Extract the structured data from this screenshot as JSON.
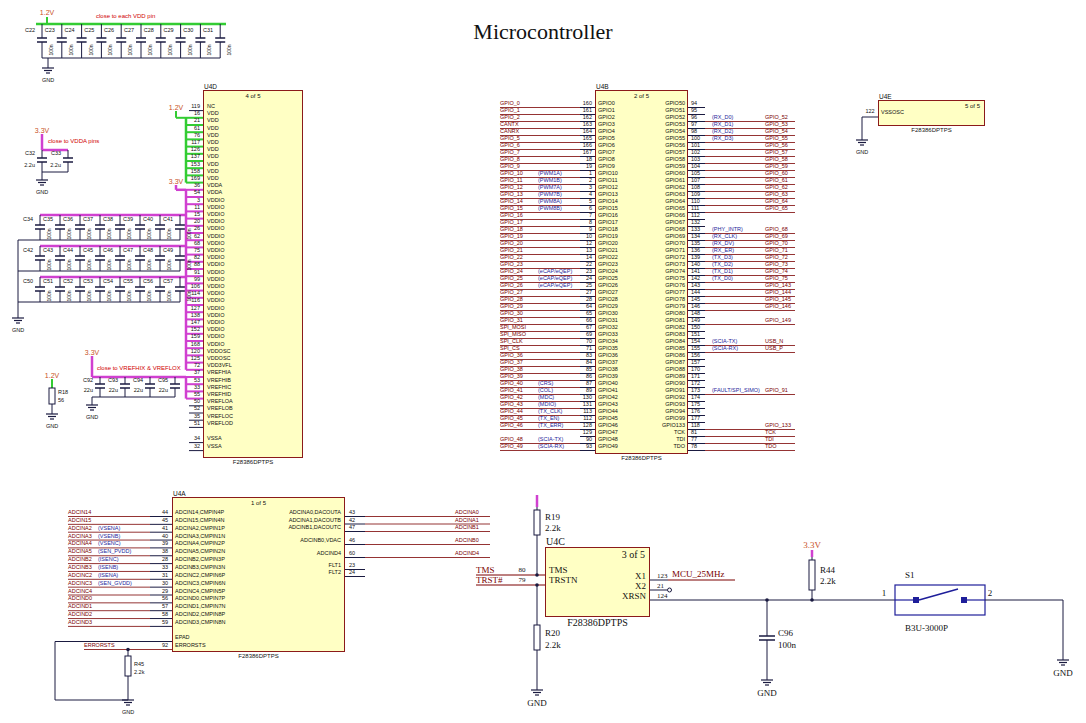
{
  "diagram": {
    "title": "Microcontroller",
    "nodes": [
      {
        "text": [
          "U4D",
          "4 of 5",
          "F28386DPTPS"
        ]
      },
      {
        "text": [
          "U4B",
          "2 of 5",
          "F28386DPTPS"
        ]
      },
      {
        "text": [
          "U4E",
          "5 of 5",
          "F28386DPTPS"
        ]
      },
      {
        "text": [
          "U4A",
          "1 of 5",
          "F28386DPTPS"
        ]
      },
      {
        "text": [
          "U4C",
          "3 of 5",
          "F28386DPTPS"
        ]
      }
    ],
    "labels": [
      "1.2V",
      "close to each VDD pin",
      "C22",
      "C23",
      "C24",
      "C25",
      "C26",
      "C27",
      "C28",
      "C29",
      "C30",
      "C31",
      "100n",
      "100n",
      "100n",
      "100n",
      "100n",
      "100n",
      "100n",
      "100n",
      "100n",
      "100n",
      "GND",
      "3.3V",
      "close to VDDA pins",
      "C32",
      "C33",
      "2.2u",
      "2.2u",
      "GND",
      "3.3V",
      "C34",
      "C35",
      "C36",
      "C37",
      "C38",
      "C39",
      "C40",
      "C41",
      "100n",
      "100n",
      "100n",
      "100n",
      "100n",
      "100n",
      "100n",
      "100n",
      "C42",
      "C43",
      "C44",
      "C45",
      "C46",
      "C47",
      "C48",
      "C49",
      "100n",
      "100n",
      "100n",
      "100n",
      "100n",
      "100n",
      "100n",
      "100n",
      "C50",
      "C51",
      "C52",
      "C53",
      "C54",
      "C55",
      "C56",
      "C57",
      "100n",
      "100n",
      "100n",
      "100n",
      "100n",
      "100n",
      "100n",
      "100n",
      "GND",
      "1.2V",
      "R18",
      "56",
      "GND",
      "3.3V",
      "close to VREFHIX & VREFLOX",
      "C92",
      "C93",
      "C94",
      "C95",
      "22u",
      "22u",
      "22u",
      "22u",
      "GND",
      "1.2V",
      "119",
      "16",
      "21",
      "61",
      "76",
      "117",
      "126",
      "137",
      "153",
      "158",
      "169",
      "36",
      "54",
      "3",
      "11",
      "15",
      "20",
      "26",
      "62",
      "68",
      "75",
      "82",
      "88",
      "91",
      "99",
      "106",
      "114",
      "116",
      "127",
      "138",
      "147",
      "152",
      "159",
      "168",
      "120",
      "125",
      "72",
      "37",
      "53",
      "33",
      "55",
      "50",
      "52",
      "35",
      "51",
      "34",
      "32",
      "NC",
      "VDD",
      "VDD",
      "VDD",
      "VDD",
      "VDD",
      "VDD",
      "VDD",
      "VDD",
      "VDD",
      "VDD",
      "VDDA",
      "VDDA",
      "VDDIO",
      "VDDIO",
      "VDDIO",
      "VDDIO",
      "VDDIO",
      "VDDIO",
      "VDDIO",
      "VDDIO",
      "VDDIO",
      "VDDIO",
      "VDDIO",
      "VDDIO",
      "VDDIO",
      "VDDIO",
      "VDDIO",
      "VDDIO",
      "VDDIO",
      "VDDIO",
      "VDDIO",
      "VDDIO",
      "VDDIO",
      "VDDOSC",
      "VDDOSC",
      "VDD3VFL",
      "VREFHIA",
      "VREFHIB",
      "VREFHIC",
      "VREFHID",
      "VREFLOA",
      "VREFLOB",
      "VREFLOC",
      "VREFLOD",
      "VSSA",
      "VSSA",
      "GPIO_0",
      "GPIO_1",
      "GPIO_2",
      "CANTX",
      "CANRX",
      "GPIO_5",
      "GPIO_6",
      "GPIO_7",
      "GPIO_8",
      "GPIO_9",
      "GPIO_10",
      "GPIO_11",
      "GPIO_12",
      "GPIO_13",
      "GPIO_14",
      "GPIO_15",
      "GPIO_16",
      "GPIO_17",
      "GPIO_18",
      "GPIO_19",
      "GPIO_20",
      "GPIO_21",
      "GPIO_22",
      "GPIO_23",
      "GPIO_24",
      "GPIO_25",
      "GPIO_26",
      "GPIO_27",
      "GPIO_28",
      "GPIO_29",
      "GPIO_30",
      "GPIO_31",
      "SPI_MOSI",
      "SPI_MISO",
      "SPI_CLK",
      "SPI_CS",
      "GPIO_36",
      "GPIO_37",
      "GPIO_38",
      "GPIO_39",
      "GPIO_40",
      "GPIO_41",
      "GPIO_42",
      "GPIO_43",
      "GPIO_44",
      "GPIO_45",
      "GPIO_46",
      "GPIO_48",
      "GPIO_49",
      "(PWM1A)",
      "(PWM1B)",
      "(PWM7A)",
      "(PWM7B)",
      "(PWM8A)",
      "(PWM8B)",
      "(eCAP/eQEP)",
      "(eCAP/eQEP)",
      "(eCAP/eQEP)",
      "(CRS)",
      "(COL)",
      "(MDC)",
      "(MDIO)",
      "(TX_CLK)",
      "(TX_EN)",
      "(TX_ERR)",
      "(SCIA-TX)",
      "(SCIA-RX)",
      "160",
      "161",
      "162",
      "163",
      "164",
      "165",
      "166",
      "167",
      "18",
      "19",
      "1",
      "2",
      "3",
      "4",
      "5",
      "6",
      "7",
      "8",
      "9",
      "10",
      "12",
      "13",
      "14",
      "22",
      "23",
      "24",
      "25",
      "27",
      "28",
      "64",
      "65",
      "66",
      "67",
      "69",
      "70",
      "71",
      "83",
      "84",
      "85",
      "86",
      "87",
      "89",
      "130",
      "131",
      "113",
      "112",
      "128",
      "129",
      "90",
      "93",
      "GPIO0",
      "GPIO1",
      "GPIO2",
      "GPIO3",
      "GPIO4",
      "GPIO5",
      "GPIO6",
      "GPIO7",
      "GPIO8",
      "GPIO9",
      "GPIO10",
      "GPIO11",
      "GPIO12",
      "GPIO13",
      "GPIO14",
      "GPIO15",
      "GPIO16",
      "GPIO17",
      "GPIO18",
      "GPIO19",
      "GPIO20",
      "GPIO21",
      "GPIO22",
      "GPIO23",
      "GPIO24",
      "GPIO25",
      "GPIO26",
      "GPIO27",
      "GPIO28",
      "GPIO29",
      "GPIO30",
      "GPIO31",
      "GPIO32",
      "GPIO33",
      "GPIO34",
      "GPIO35",
      "GPIO36",
      "GPIO37",
      "GPIO38",
      "GPIO39",
      "GPIO40",
      "GPIO41",
      "GPIO42",
      "GPIO43",
      "GPIO44",
      "GPIO45",
      "GPIO46",
      "GPIO47",
      "GPIO48",
      "GPIO49",
      "GPIO50",
      "GPIO51",
      "GPIO52",
      "GPIO53",
      "GPIO54",
      "GPIO55",
      "GPIO56",
      "GPIO57",
      "GPIO58",
      "GPIO59",
      "GPIO60",
      "GPIO61",
      "GPIO62",
      "GPIO63",
      "GPIO64",
      "GPIO65",
      "GPIO66",
      "GPIO67",
      "GPIO68",
      "GPIO69",
      "GPIO70",
      "GPIO71",
      "GPIO72",
      "GPIO73",
      "GPIO74",
      "GPIO75",
      "GPIO76",
      "GPIO77",
      "GPIO78",
      "GPIO79",
      "GPIO80",
      "GPIO81",
      "GPIO82",
      "GPIO83",
      "GPIO84",
      "GPIO85",
      "GPIO86",
      "GPIO87",
      "GPIO88",
      "GPIO89",
      "GPIO90",
      "GPIO91",
      "GPIO92",
      "GPIO93",
      "GPIO94",
      "GPIO99",
      "GPIO133",
      "TCK",
      "TDI",
      "TDO",
      "94",
      "95",
      "96",
      "97",
      "98",
      "100",
      "101",
      "102",
      "103",
      "104",
      "105",
      "107",
      "108",
      "109",
      "110",
      "111",
      "112",
      "132",
      "133",
      "134",
      "135",
      "136",
      "139",
      "140",
      "141",
      "142",
      "143",
      "144",
      "145",
      "146",
      "148",
      "149",
      "150",
      "151",
      "154",
      "155",
      "156",
      "157",
      "170",
      "171",
      "172",
      "173",
      "174",
      "175",
      "176",
      "177",
      "118",
      "81",
      "77",
      "78",
      "(RX_D0)",
      "(RX_D1)",
      "(RX_D2)",
      "(RX_D3)",
      "(PHY_INTR)",
      "(RX_CLK)",
      "(RX_DV)",
      "(RX_ER)",
      "(TX_D3)",
      "(TX_D2)",
      "(TX_D1)",
      "(TX_D0)",
      "(SCIA-TX)",
      "(SCIA-RX)",
      "(FAULT/SPI_SIMO)",
      "GPIO_52",
      "GPIO_53",
      "GPIO_54",
      "GPIO_55",
      "GPIO_56",
      "GPIO_57",
      "GPIO_58",
      "GPIO_59",
      "GPIO_60",
      "GPIO_61",
      "GPIO_62",
      "GPIO_63",
      "GPIO_64",
      "GPIO_65",
      "GPIO_68",
      "GPIO_69",
      "GPIO_70",
      "GPIO_71",
      "GPIO_72",
      "GPIO_73",
      "GPIO_74",
      "GPIO_75",
      "GPIO_143",
      "GPIO_144",
      "GPIO_145",
      "GPIO_146",
      "GPIO_149",
      "USB_N",
      "USB_P",
      "GPIO_91",
      "GPIO_133",
      "TCK",
      "TDI",
      "TDO",
      "122",
      "VSSOSC",
      "GND",
      "ADCIN14",
      "ADCIN15",
      "ADCINA2",
      "ADCINA3",
      "ADCINA4",
      "ADCINA5",
      "ADCINB2",
      "ADCINB3",
      "ADCINC2",
      "ADCINC3",
      "ADCINC4",
      "ADCIND0",
      "ADCIND1",
      "ADCIND2",
      "ADCIND3",
      "(VSENA)",
      "(VSENB)",
      "(VSENC)",
      "(SEN_PVDD)",
      "(ISENC)",
      "(ISENB)",
      "(ISENA)",
      "(SEN_GVDD)",
      "44",
      "45",
      "41",
      "40",
      "39",
      "38",
      "28",
      "33",
      "31",
      "30",
      "29",
      "56",
      "57",
      "58",
      "59",
      "ADCIN14,CMPIN4P",
      "ADCIN15,CMPIN4N",
      "ADCINA2,CMPIN1P",
      "ADCINA3,CMPIN1N",
      "ADCINA4,CMPIN2P",
      "ADCINA5,CMPIN2N",
      "ADCINB2,CMPIN3P",
      "ADCINB3,CMPIN3N",
      "ADCINC2,CMPIN6P",
      "ADCINC3,CMPIN6N",
      "ADCINC4,CMPIN5P",
      "ADCIND0,CMPIN7P",
      "ADCIND1,CMPIN7N",
      "ADCIND2,CMPIN8P",
      "ADCIND3,CMPIN8N",
      "EPAD",
      "ERRORSTS",
      "92",
      "ERRORSTS",
      "ADCINA0,DACOUTA",
      "ADCINA1,DACOUTB",
      "ADCINB1,DACOUTC",
      "ADCINB0,VDAC",
      "ADCIND4",
      "FLT1",
      "FLT2",
      "43",
      "42",
      "47",
      "46",
      "60",
      "23",
      "24",
      "ADCINA0",
      "ADCINA1",
      "ADCINB1",
      "ADCINB0",
      "ADCIND4",
      "R45",
      "2.2k",
      "GND",
      "TMS",
      "TRST#",
      "80",
      "79",
      "TMS",
      "TRSTN",
      "X1",
      "X2",
      "XRSN",
      "123",
      "21",
      "124",
      "MCU_25MHz",
      "R19",
      "2.2k",
      "R20",
      "2.2k",
      "GND",
      "C96",
      "100n",
      "GND",
      "3.3V",
      "R44",
      "2.2k",
      "S1",
      "1",
      "2",
      "B3U-3000P",
      "GND"
    ]
  }
}
